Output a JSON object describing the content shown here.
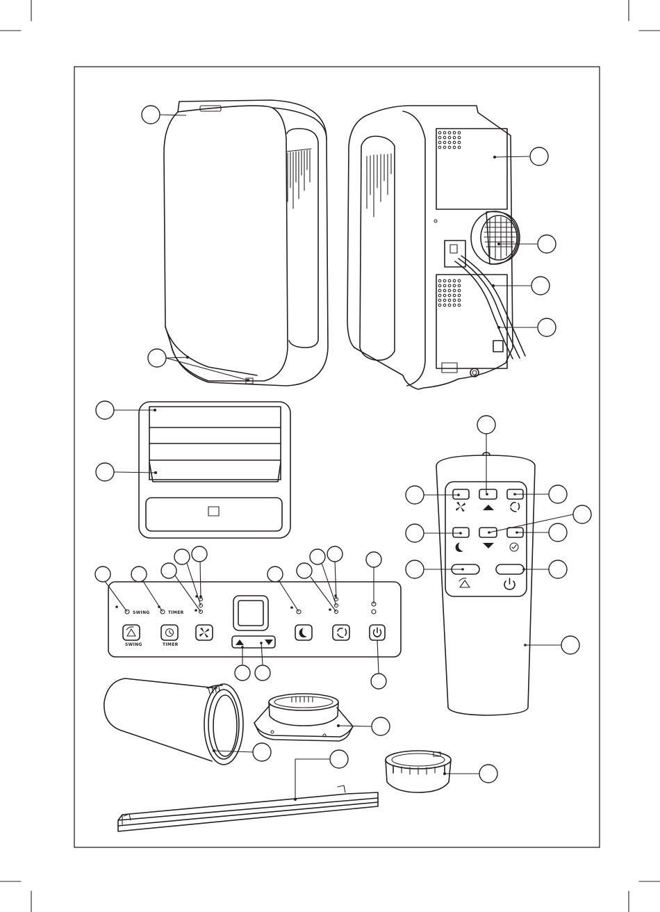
{
  "control_panel": {
    "swing_label": "SWING",
    "timer_label": "TIMER",
    "swing_button_label": "SWING",
    "timer_button_label": "TIMER"
  },
  "icons": [
    "fan-icon",
    "sleep-icon",
    "mode-icon",
    "timer-icon",
    "swing-icon",
    "power-icon",
    "up-arrow-icon",
    "down-arrow-icon"
  ]
}
